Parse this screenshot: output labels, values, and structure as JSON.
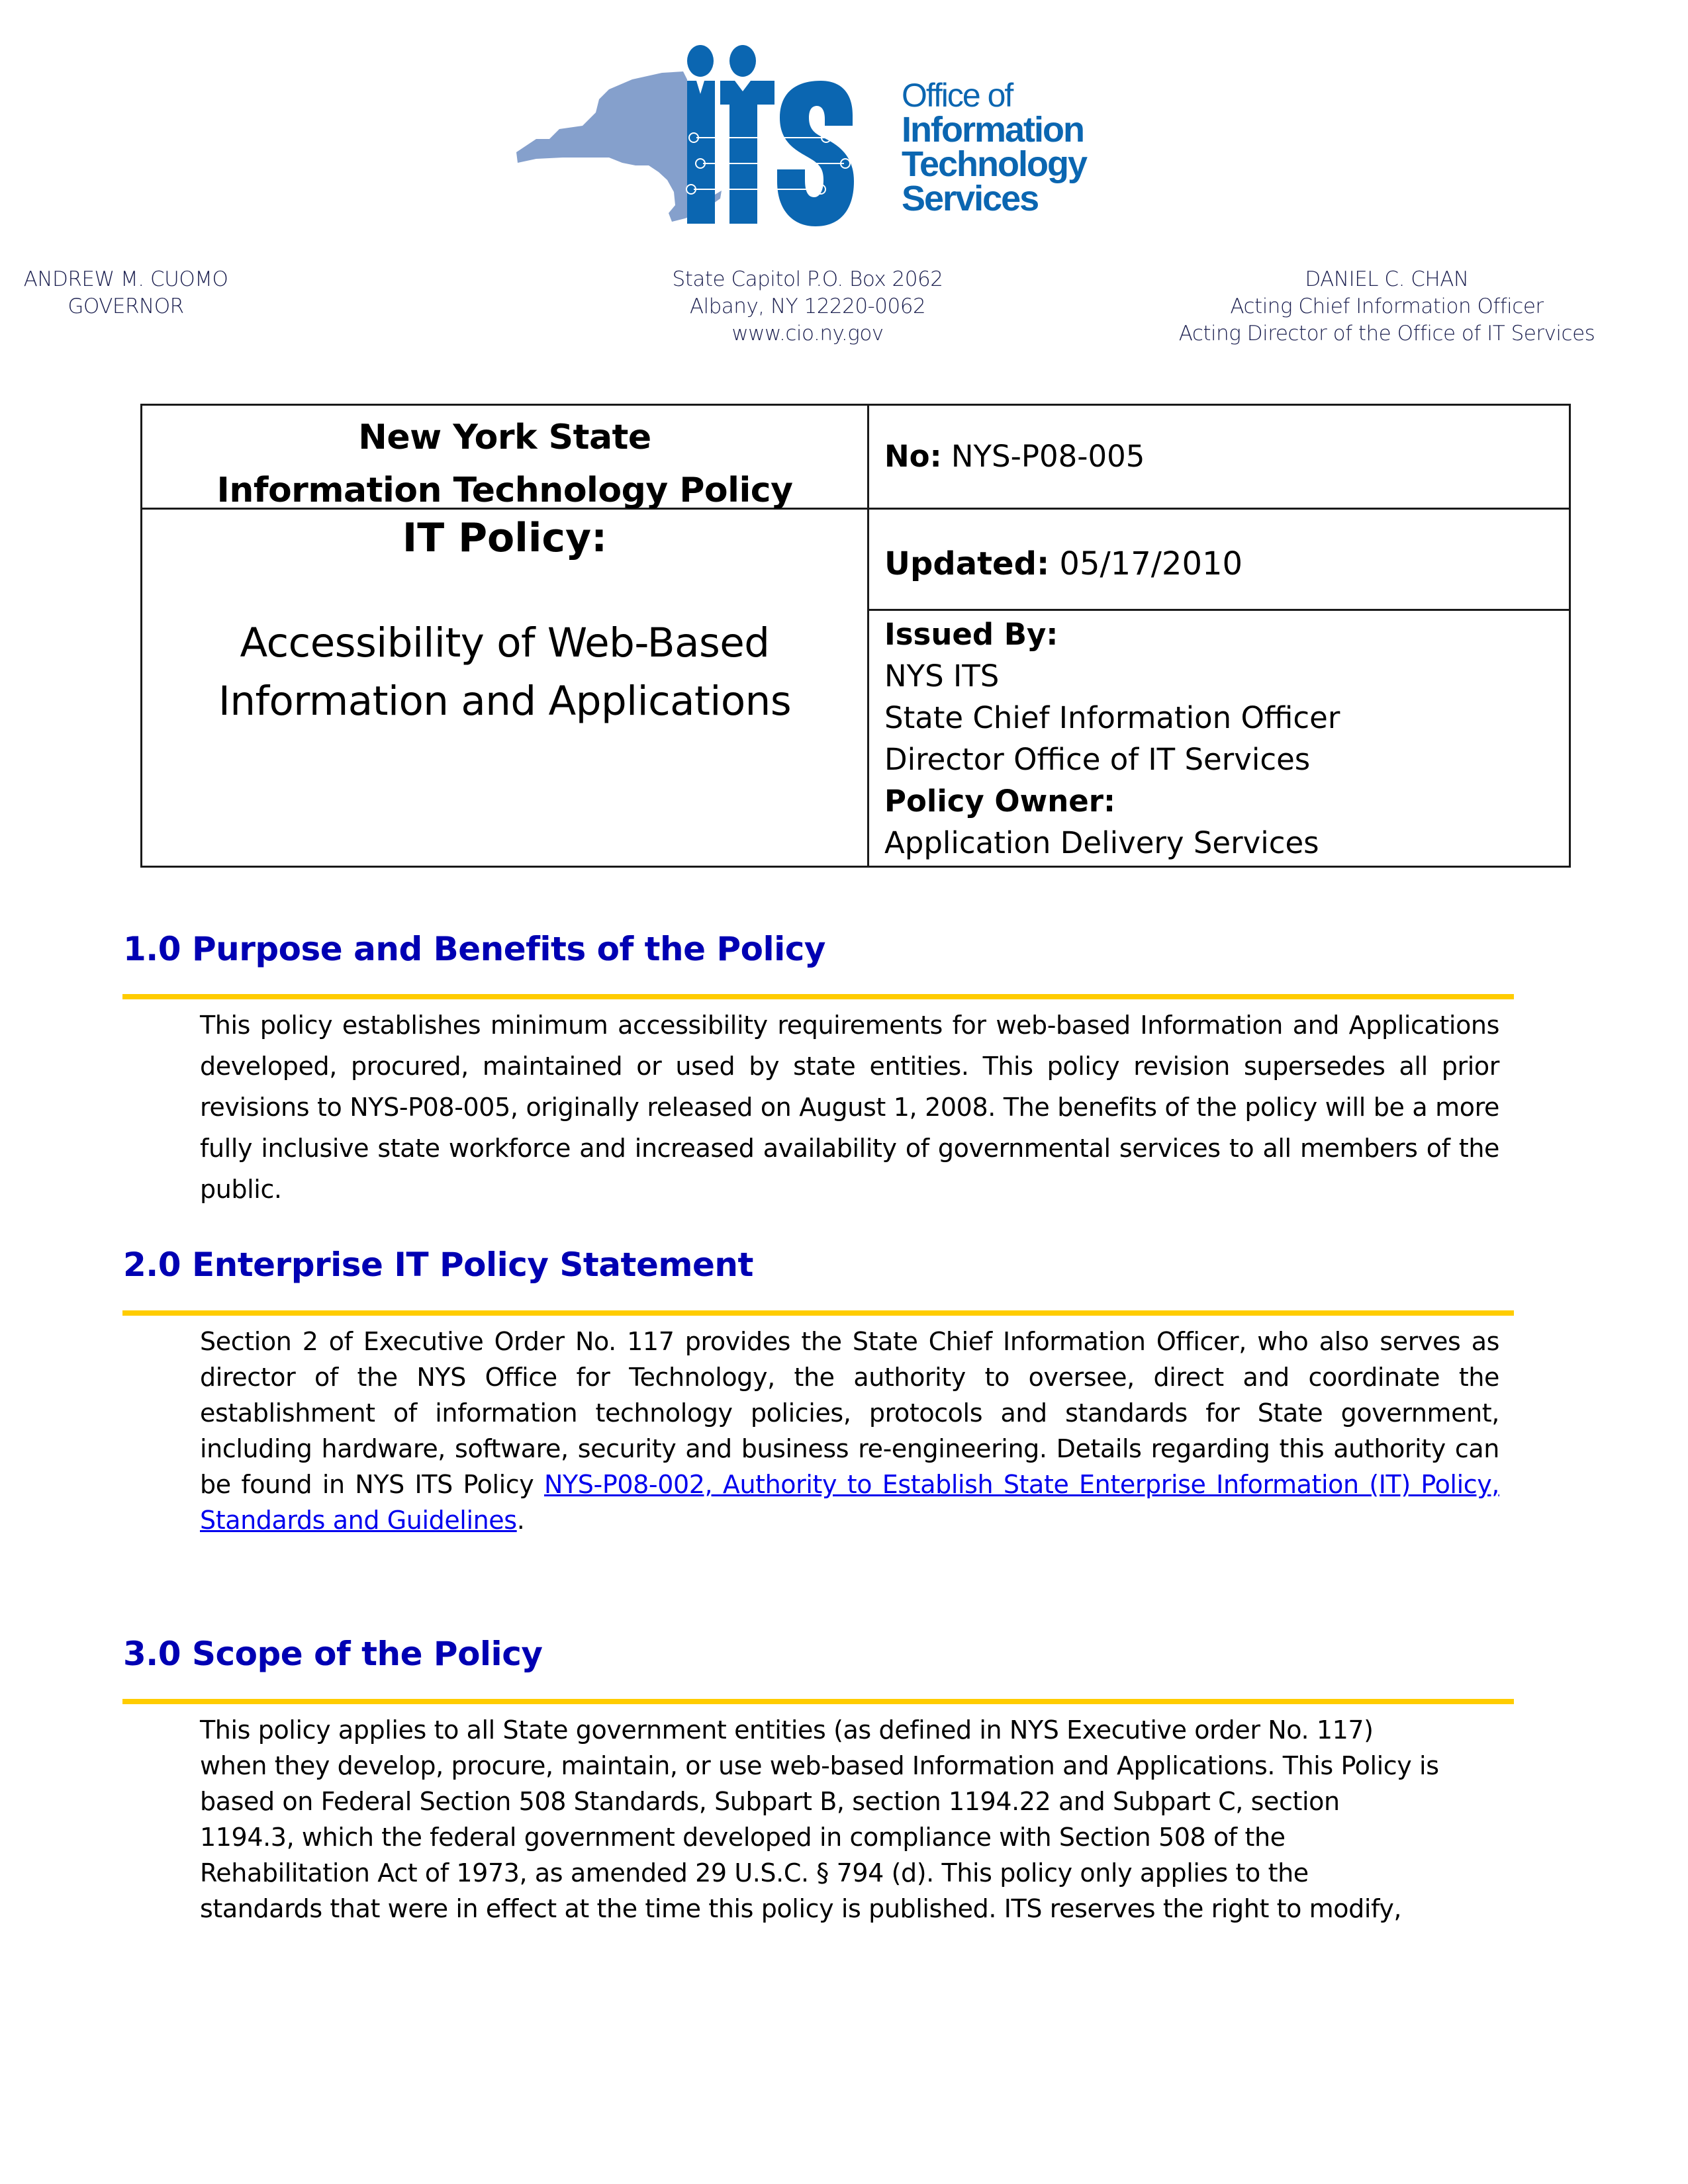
{
  "logo": {
    "alt": "NYS ITS logo",
    "letters": "ITS",
    "lines": [
      "Office of",
      "Information",
      "Technology",
      "Services"
    ],
    "colors": {
      "logo_blue": "#0b66b1",
      "map_blue": "#85a0cc"
    }
  },
  "letterhead": {
    "left": [
      "ANDREW M. CUOMO",
      "GOVERNOR"
    ],
    "center": [
      "State Capitol P.O. Box 2062",
      "Albany, NY 12220-0062",
      "www.cio.ny.gov"
    ],
    "right": [
      "DANIEL C. CHAN",
      "Acting Chief Information Officer",
      "Acting Director of the Office of IT Services"
    ]
  },
  "policy_table": {
    "header_lines": [
      "New York State",
      "Information Technology Policy"
    ],
    "policy_title_label": "IT Policy:",
    "policy_subject_lines": [
      "Accessibility of Web-Based",
      "Information and Applications"
    ],
    "number_label": "No:",
    "number_value": "NYS-P08-005",
    "updated_label": "Updated:",
    "updated_value": "05/17/2010",
    "issued_by_label": "Issued By:",
    "issued_by_lines": [
      "NYS ITS",
      "State Chief Information Officer",
      "Director Office of IT Services"
    ],
    "owner_label": "Policy Owner:",
    "owner_value": "Application Delivery Services"
  },
  "sections": [
    {
      "heading": "1.0 Purpose and Benefits of the Policy",
      "body": "This policy establishes minimum accessibility requirements for web-based Information and Applications developed, procured, maintained or used by state entities. This policy revision supersedes all prior revisions to NYS-P08-005, originally released on August 1, 2008. The benefits of the policy will be a more fully inclusive state workforce and increased availability of governmental services to all members of the public."
    },
    {
      "heading": "2.0 Enterprise IT Policy Statement",
      "body_before_link": "Section 2 of Executive Order No. 117 provides the State Chief Information Officer, who also serves as director of the NYS Office for Technology, the authority to oversee, direct and coordinate the establishment of information technology policies, protocols and standards for State government, including hardware, software, security and business re-engineering.  Details regarding this authority can be found in NYS ITS Policy ",
      "link_text": "NYS-P08-002, Authority to Establish State Enterprise Information (IT) Policy, Standards and Guidelines",
      "body_after_link": "."
    },
    {
      "heading": "3.0 Scope of the Policy",
      "body_lines": [
        "This policy applies to all State government entities (as defined in NYS Executive order No. 117)",
        "when they develop, procure, maintain, or use web-based Information and Applications. This Policy is",
        "based on Federal Section 508 Standards, Subpart B, section 1194.22 and Subpart C, section",
        "1194.3, which the federal government developed in compliance with Section 508 of the",
        "Rehabilitation Act of 1973, as amended 29 U.S.C. § 794 (d). This policy only applies to the",
        "standards that were in effect at the time this policy is published.  ITS reserves the right to modify,"
      ]
    }
  ],
  "colors": {
    "heading_blue": "#0000b3",
    "rule_yellow": "#ffcc00",
    "letterhead_navy": "#1b1f4f",
    "link_blue": "#0000ee"
  }
}
